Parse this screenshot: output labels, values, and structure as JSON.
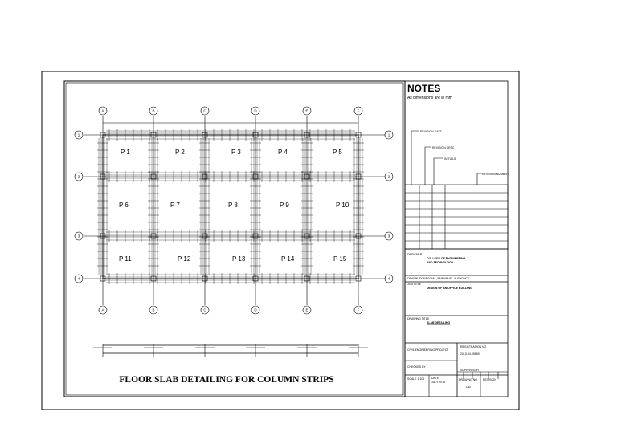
{
  "notes": {
    "title": "NOTES",
    "text": "All dimensions are in mm"
  },
  "grid": {
    "columns": [
      "A",
      "B",
      "C",
      "D",
      "E",
      "F"
    ],
    "rows": [
      "1",
      "2",
      "3",
      "4"
    ]
  },
  "panels": [
    "P 1",
    "P 2",
    "P 3",
    "P 4",
    "P 5",
    "P 6",
    "P 7",
    "P 8",
    "P 9",
    "P 10",
    "P 11",
    "P 12",
    "P 13",
    "P 14",
    "P 15"
  ],
  "drawing_title": "FLOOR SLAB DETAILING FOR COLUMN STRIPS",
  "title_block": {
    "revision_labels": [
      "REVISION DATE",
      "REVISION DESC",
      "INITIALS",
      "REVISION NUMBER"
    ],
    "designer_label": "DESIGNER",
    "institution_line1": "COLLEGE OF ENGINEERING",
    "institution_line2": "AND TECHNOLOGY",
    "drawn_by": "DRAWN BY MAGOMA, EMMANUEL ALPHONCE",
    "job_title_label": "JOB TITLE",
    "job_title": "DESIGN OF AN OFFICE BUILDING",
    "drawing_title_label": "DRAWING TITLE",
    "drawing_title_value": "SLAB DETAILING",
    "project_label": "CIVIL ENGINEERING PROJECT",
    "registration_label": "REGISTRATION NO",
    "registration_no": "2013-04-05659",
    "checked_by": "CHECKED BY",
    "supervisor_label": "SUPERVISOR",
    "scale_label": "SCALE 1:100",
    "date_label": "DATE",
    "date_value": "JULY 2016",
    "drawing_no_label": "DRAWING NO",
    "drawing_no_value": "1/10",
    "revision_label": "REVISION"
  }
}
